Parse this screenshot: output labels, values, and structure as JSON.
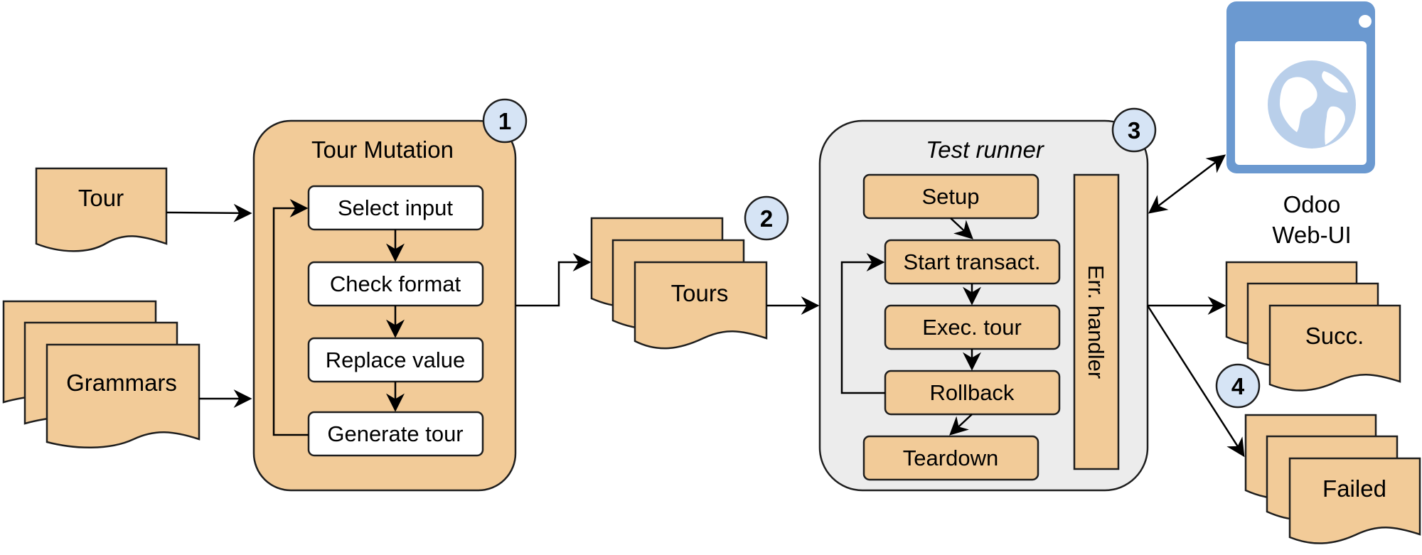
{
  "colors": {
    "doc_fill": "#f2cb98",
    "doc_stroke": "#1e1e1e",
    "panel_fill": "#f2cb98",
    "runner_fill": "#ececec",
    "badge_fill": "#d6e4f5",
    "window_fill": "#6b99d0",
    "globe_fill": "#b9cfea",
    "step_fill": "#ffffff"
  },
  "inputs": {
    "tour": "Tour",
    "grammars": "Grammars"
  },
  "mutation": {
    "title": "Tour Mutation",
    "badge": "1",
    "steps": [
      "Select input",
      "Check format",
      "Replace value",
      "Generate tour"
    ]
  },
  "generated": {
    "label": "Tours",
    "badge": "2"
  },
  "runner": {
    "title": "Test runner",
    "badge": "3",
    "steps": [
      "Setup",
      "Start transact.",
      "Exec. tour",
      "Rollback",
      "Teardown"
    ],
    "error_handler": "Err. handler"
  },
  "browser": {
    "label_line1": "Odoo",
    "label_line2": "Web-UI",
    "icon": "globe-window-icon"
  },
  "results": {
    "success": "Succ.",
    "failed": "Failed",
    "badge": "4"
  }
}
